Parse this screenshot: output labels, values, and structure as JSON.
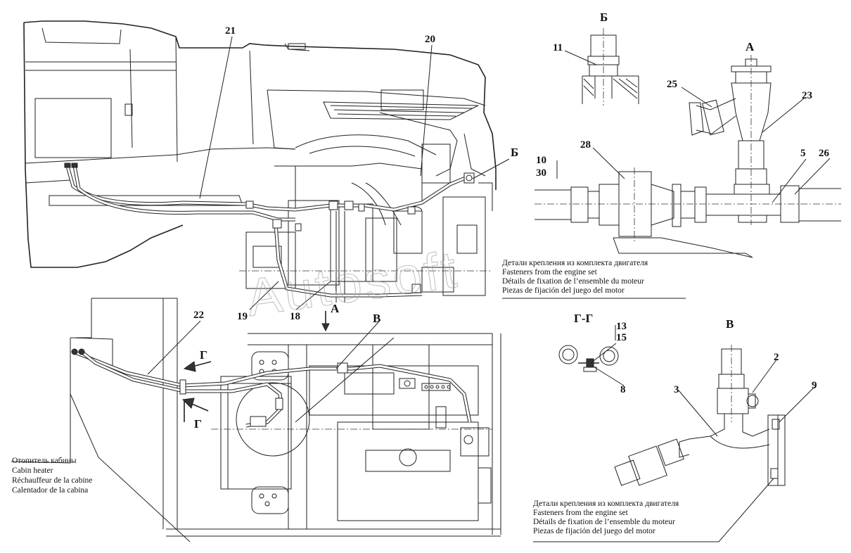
{
  "view_labels": {
    "b": "Б",
    "a": "А",
    "a_arrow": "А",
    "v_arrow": "В",
    "g_section": "Г-Г",
    "v_view": "В",
    "g_arrow_1": "Г",
    "g_arrow_2": "Г"
  },
  "callouts": {
    "c21": "21",
    "c20": "20",
    "c19": "19",
    "c18": "18",
    "c22": "22",
    "c11": "11",
    "c25": "25",
    "c23": "23",
    "c10": "10",
    "c30": "30",
    "c28": "28",
    "c5": "5",
    "c26": "26",
    "c13": "13",
    "c15": "15",
    "c8": "8",
    "c2": "2",
    "c9": "9",
    "c3": "3"
  },
  "notes": {
    "fasteners_top": [
      "Детали крепления из комплекта двигателя",
      "Fasteners from the engine set",
      "Détails de fixation de l’ensemble du moteur",
      "Piezas de fijación del juego del motor"
    ],
    "cabin_heater": [
      "Отопитель кабины",
      "Cabin heater",
      "Réchauffeur de la cabine",
      "Calentador de la cabina"
    ],
    "fasteners_bottom": [
      "Детали крепления из комплекта двигателя",
      "Fasteners from the engine set",
      "Détails de fixation de l’ensemble du moteur",
      "Piezas de fijación del juego del motor"
    ]
  },
  "watermark": "Autosoft"
}
